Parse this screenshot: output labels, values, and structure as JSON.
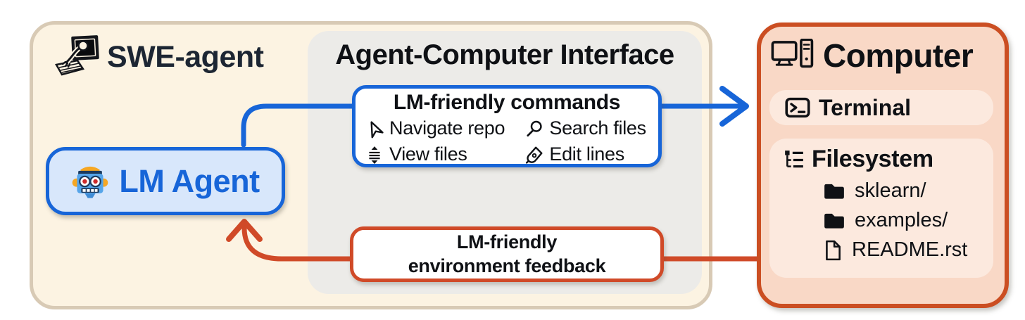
{
  "swe_agent": {
    "title": "SWE-agent"
  },
  "lm_agent": {
    "label": "LM Agent"
  },
  "aci": {
    "title": "Agent-Computer Interface",
    "commands": {
      "title": "LM-friendly commands",
      "items": [
        {
          "icon": "navigate-icon",
          "label": "Navigate repo"
        },
        {
          "icon": "search-icon",
          "label": "Search files"
        },
        {
          "icon": "view-icon",
          "label": "View files"
        },
        {
          "icon": "edit-icon",
          "label": "Edit lines"
        }
      ]
    },
    "feedback": {
      "line1": "LM-friendly",
      "line2": "environment feedback"
    }
  },
  "computer": {
    "title": "Computer",
    "terminal": {
      "label": "Terminal"
    },
    "filesystem": {
      "title": "Filesystem",
      "entries": [
        {
          "icon": "folder-icon",
          "label": "sklearn/"
        },
        {
          "icon": "folder-icon",
          "label": "examples/"
        },
        {
          "icon": "file-icon",
          "label": "README.rst"
        }
      ]
    }
  },
  "colors": {
    "blue_accent": "#1765D8",
    "blue_fill": "#D8E7FB",
    "orange_accent": "#D04A28",
    "computer_fill": "#F9D8C6",
    "computer_chip_fill": "#FCE9DE",
    "outer_fill": "#FCF3E2",
    "outer_border": "#D8CAB5",
    "aci_panel_fill": "#ECEBE8",
    "text_dark": "#0F1115"
  }
}
